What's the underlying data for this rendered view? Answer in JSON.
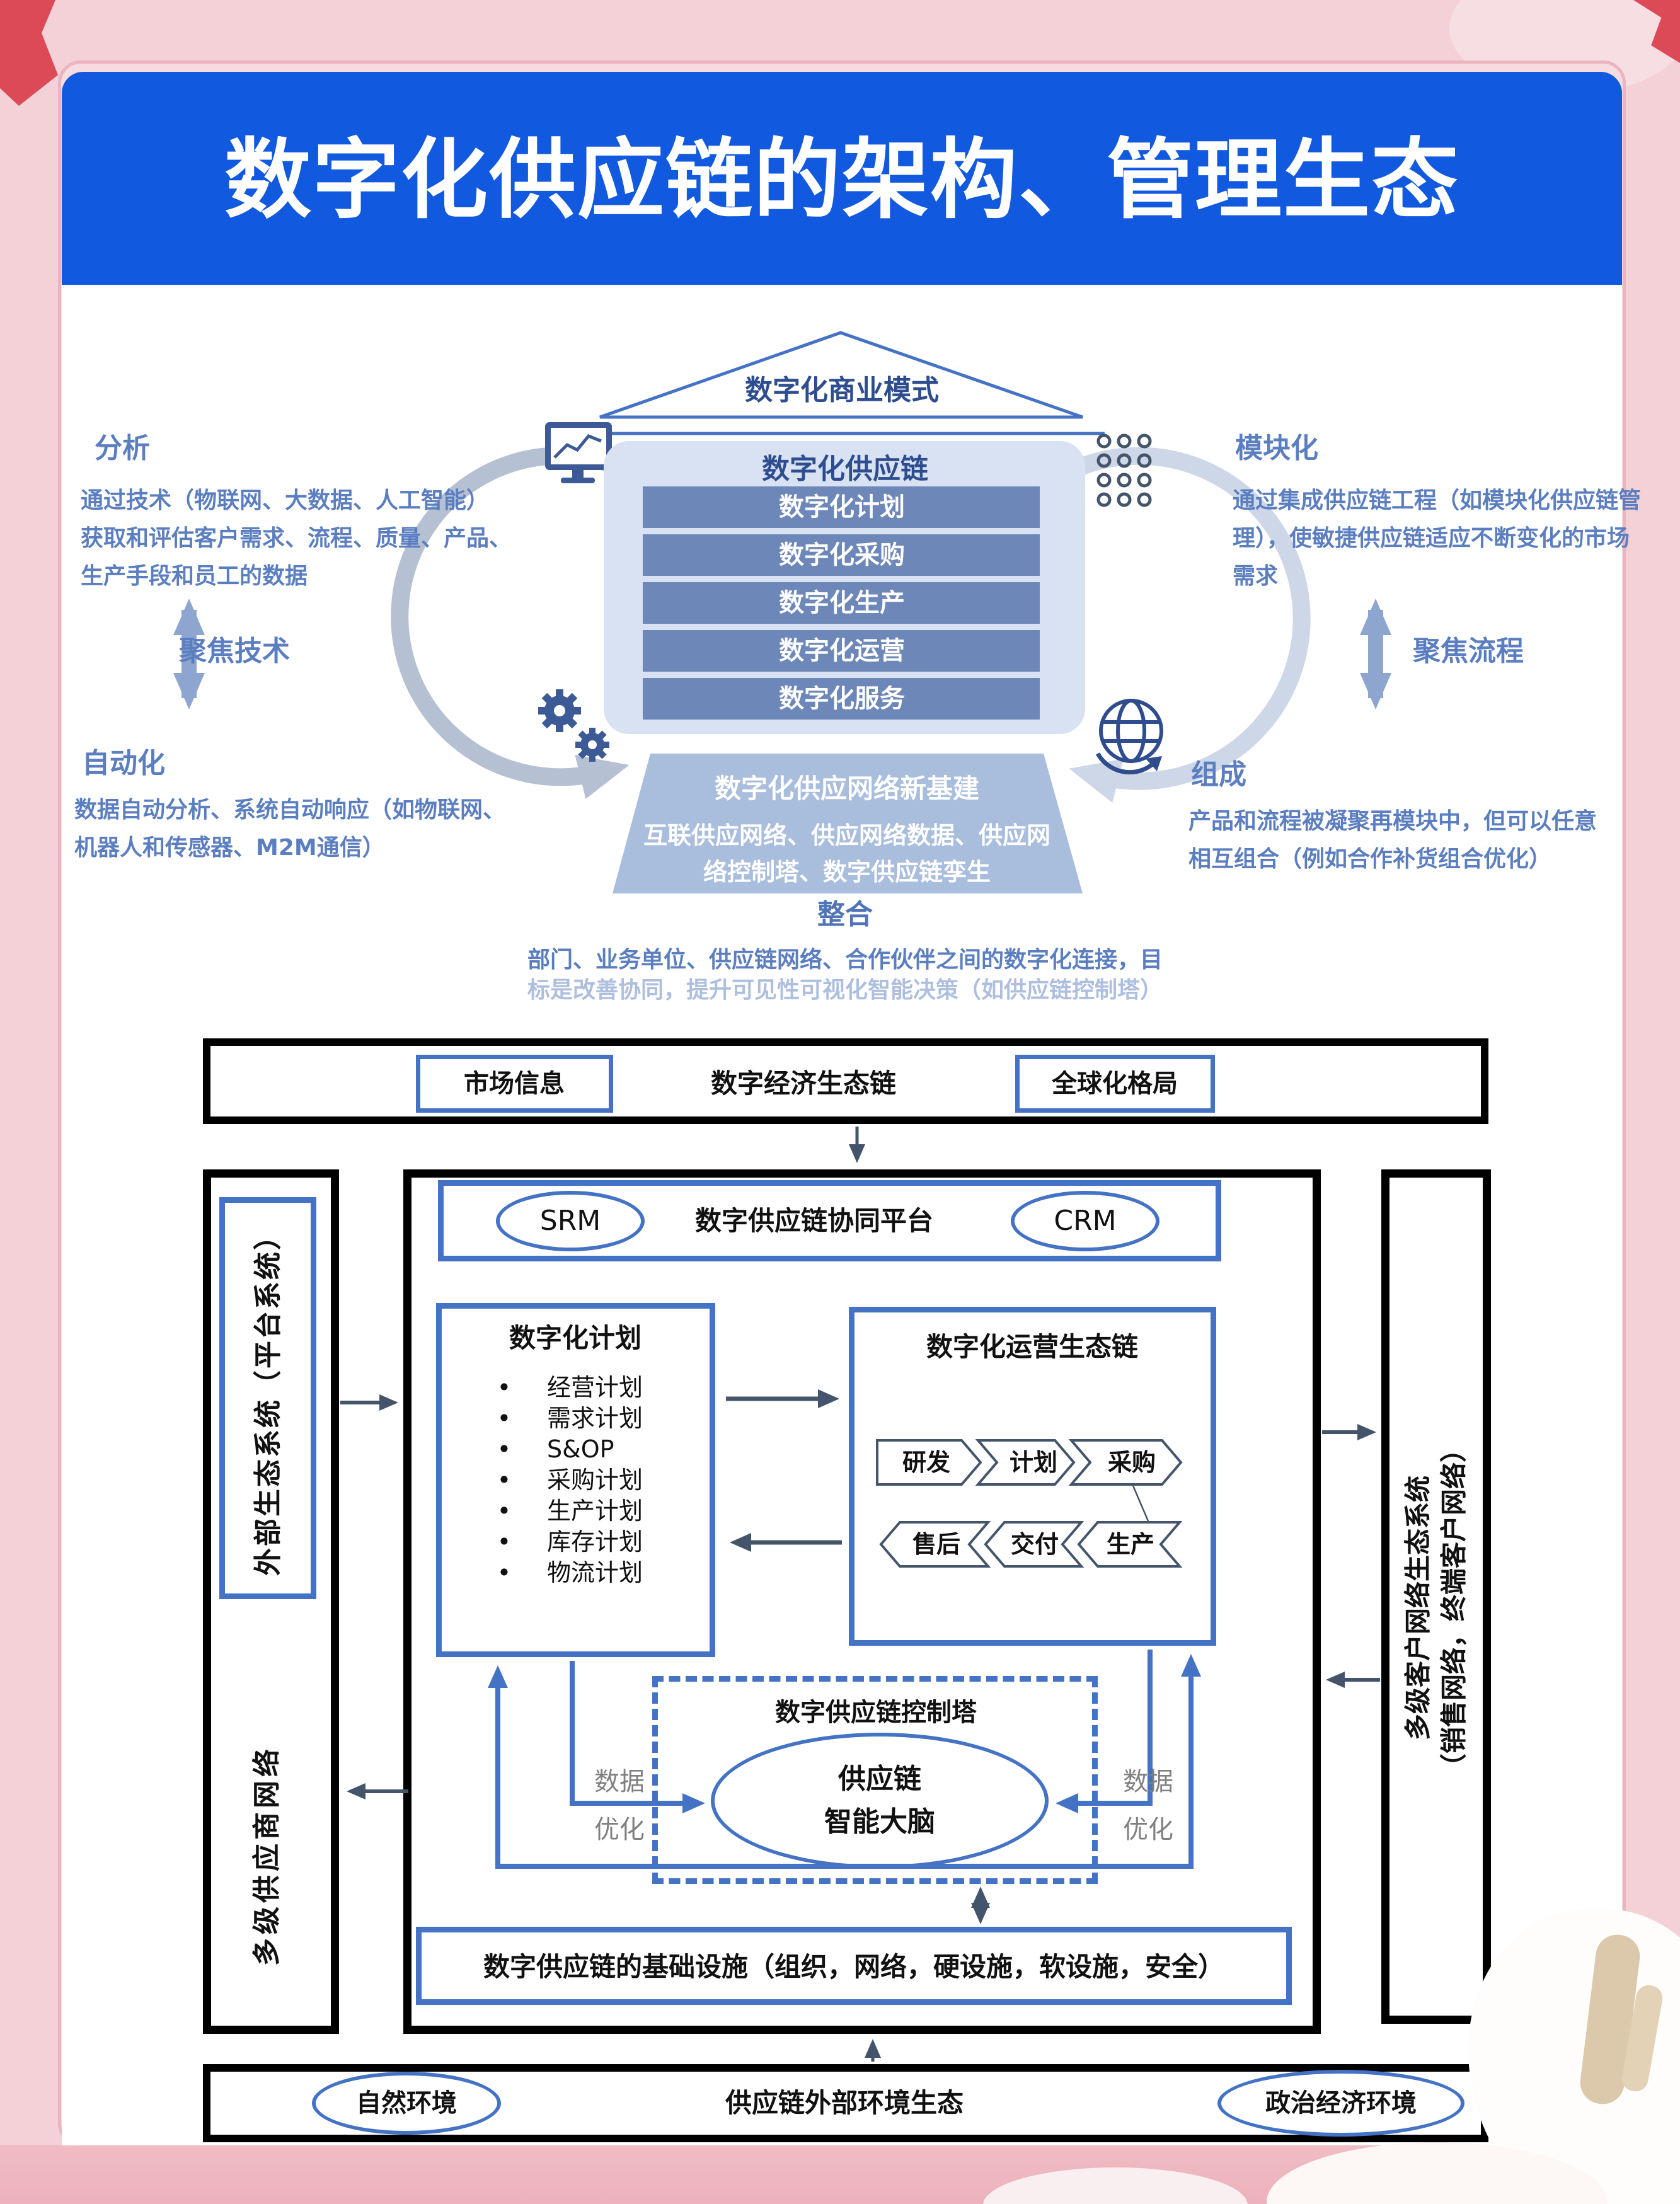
{
  "page": {
    "title": "数字化供应链的架构、管理生态"
  },
  "house": {
    "roof": "数字化商业模式",
    "core_title": "数字化供应链",
    "layers": [
      "数字化计划",
      "数字化采购",
      "数字化生产",
      "数字化运营",
      "数字化服务"
    ],
    "foundation_title": "数字化供应网络新基建",
    "foundation_lines": [
      "互联供应网络、供应网络数据、供应网",
      "络控制塔、数字供应链孪生"
    ]
  },
  "sides": {
    "analysis_title": "分析",
    "analysis_lines": [
      "通过技术（物联网、大数据、人工智能）",
      "获取和评估客户需求、流程、质量、产品、",
      "生产手段和员工的数据"
    ],
    "focus_tech": "聚焦技术",
    "automation_title": "自动化",
    "automation_lines": [
      "数据自动分析、系统自动响应（如物联网、",
      "机器人和传感器、M2M通信）"
    ],
    "modular_title": "模块化",
    "modular_lines": [
      "通过集成供应链工程（如模块化供应链管",
      "理），使敏捷供应链适应不断变化的市场",
      "需求"
    ],
    "focus_process": "聚焦流程",
    "composition_title": "组成",
    "composition_lines": [
      "产品和流程被凝聚再模块中，但可以任意",
      "相互组合（例如合作补货组合优化）"
    ]
  },
  "integration": {
    "title": "整合",
    "lines": [
      "部门、业务单位、供应链网络、合作伙伴之间的数字化连接，目",
      "标是改善协同，提升可见性可视化智能决策（如供应链控制塔）"
    ]
  },
  "ecosystem": {
    "market_info": "市场信息",
    "title": "数字经济生态链",
    "global": "全球化格局"
  },
  "platform": {
    "srm": "SRM",
    "title": "数字供应链协同平台",
    "crm": "CRM"
  },
  "plan": {
    "title": "数字化计划",
    "bullet": "•",
    "items": [
      "经营计划",
      "需求计划",
      "S&OP",
      "采购计划",
      "生产计划",
      "库存计划",
      "物流计划"
    ]
  },
  "operations": {
    "title": "数字化运营生态链",
    "forward": [
      "研发",
      "计划",
      "采购"
    ],
    "backward": [
      "售后",
      "交付",
      "生产"
    ]
  },
  "tower": {
    "title": "数字供应链控制塔",
    "brain_lines": [
      "供应链",
      "智能大脑"
    ],
    "data_opt_lines": [
      "数据",
      "优化"
    ]
  },
  "infrastructure": {
    "label": "数字供应链的基础设施（组织，网络，硬设施，软设施，安全）"
  },
  "environment": {
    "natural": "自然环境",
    "title": "供应链外部环境生态",
    "political": "政治经济环境"
  },
  "columns": {
    "left_top": "外部生态系统（平台系统）",
    "left_bottom": "多级供应商网络",
    "right_lines": [
      "多级客户网络生态系统",
      "（销售网络，终端客户网络）"
    ]
  },
  "colors": {
    "accent_blue": "#4472c4",
    "title_band": "#1159de",
    "navy": "#2e4d8e",
    "side_text": "#5b7ec0",
    "bar_fill": "#6d87b8",
    "slate": "#44546a",
    "gray_label": "#808080",
    "background_pink": "#f3d1d6"
  }
}
